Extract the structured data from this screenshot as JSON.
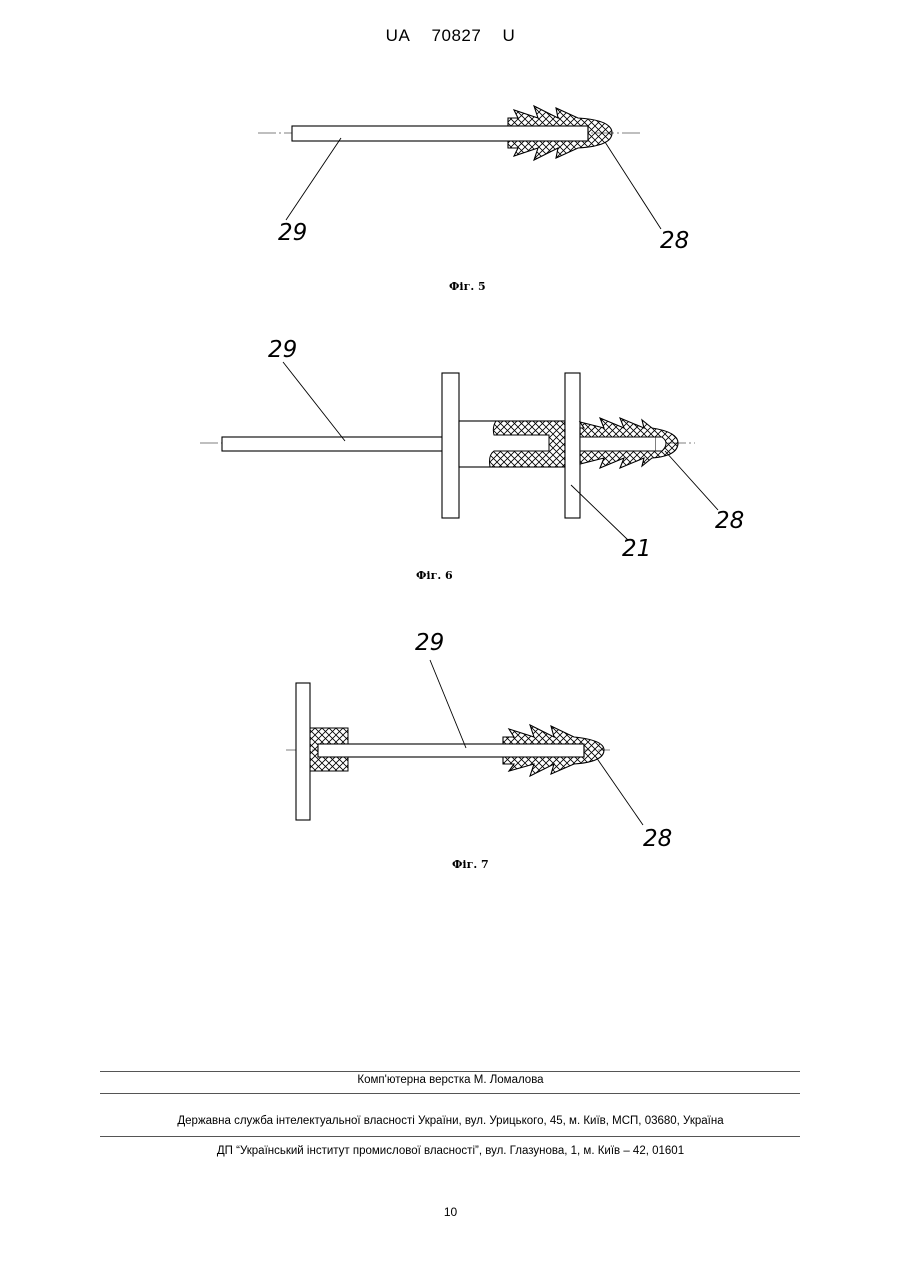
{
  "header": {
    "country": "UA",
    "number": "70827",
    "kind": "U"
  },
  "figures": [
    {
      "caption": "Фіг. 5",
      "labels": [
        "29",
        "28"
      ]
    },
    {
      "caption": "Фіг. 6",
      "labels": [
        "29",
        "28",
        "21"
      ]
    },
    {
      "caption": "Фіг. 7",
      "labels": [
        "29",
        "28"
      ]
    }
  ],
  "footer": {
    "layout_credit": "Комп'ютерна верстка М. Ломалова",
    "office_address": "Державна служба інтелектуальної власності України, вул. Урицького, 45, м. Київ, МСП, 03680, Україна",
    "institute_address": "ДП “Український інститут промислової власності”, вул. Глазунова, 1, м. Київ – 42, 01601"
  },
  "page_number": "10"
}
